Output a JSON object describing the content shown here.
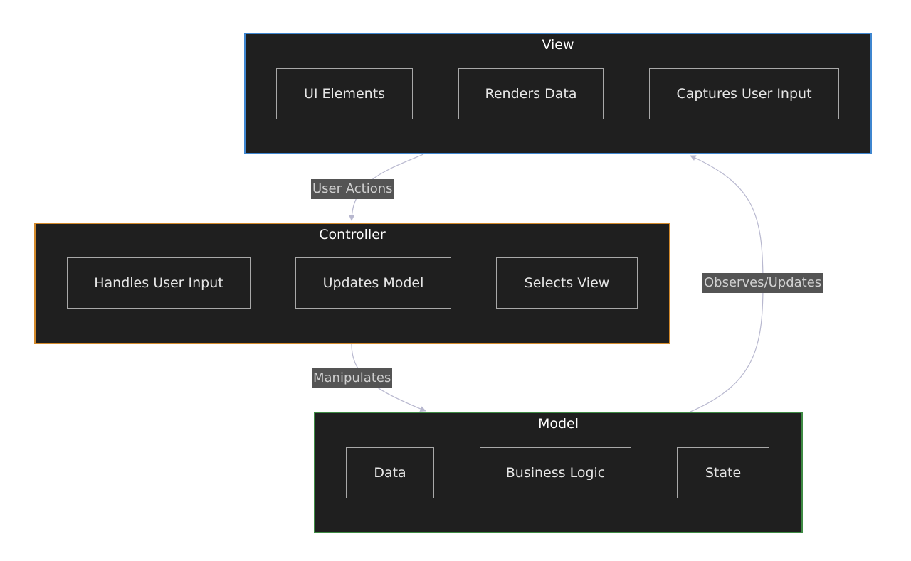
{
  "colors": {
    "view_border": "#3f86cf",
    "controller_border": "#d38a2c",
    "model_border": "#3e8a44",
    "cluster_fill": "#1f1f1f",
    "node_border": "#a8a8a8",
    "edge_stroke": "#b8b8cf",
    "edge_label_bg": "#545454"
  },
  "view": {
    "title": "View",
    "nodes": [
      "UI Elements",
      "Renders Data",
      "Captures User Input"
    ]
  },
  "controller": {
    "title": "Controller",
    "nodes": [
      "Handles User Input",
      "Updates Model",
      "Selects View"
    ]
  },
  "model": {
    "title": "Model",
    "nodes": [
      "Data",
      "Business Logic",
      "State"
    ]
  },
  "edges": {
    "user_actions": "User Actions",
    "manipulates": "Manipulates",
    "observes_updates": "Observes/Updates"
  }
}
